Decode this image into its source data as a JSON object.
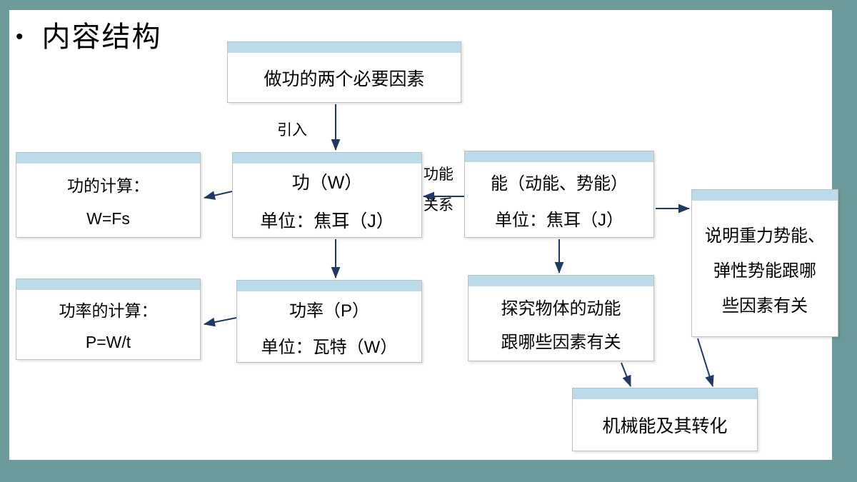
{
  "slide": {
    "title": "内容结构",
    "bullet_glyph": "•",
    "frame_color": "#6d9b9b",
    "node_header_color": "#b9dbea",
    "arrow_color": "#1f3864",
    "node_border_color": "#bfbfbf"
  },
  "nodes": {
    "top": {
      "lines": [
        "做功的两个必要因素"
      ]
    },
    "work": {
      "lines": [
        "功（W）",
        "单位：焦耳（J）"
      ]
    },
    "work_calc": {
      "lines": [
        "功的计算：",
        "W=Fs"
      ]
    },
    "energy": {
      "lines": [
        "能（动能、势能）",
        "单位：焦耳（J）"
      ]
    },
    "power": {
      "lines": [
        "功率（P）",
        "单位：瓦特（W）"
      ]
    },
    "power_calc": {
      "lines": [
        "功率的计算：",
        "P=W/t"
      ]
    },
    "explore_ke": {
      "lines": [
        "探究物体的动能",
        "跟哪些因素有关"
      ]
    },
    "potential_energy": {
      "lines": [
        "说明重力势能、",
        "弹性势能跟哪",
        "些因素有关"
      ]
    },
    "mechanical": {
      "lines": [
        "机械能及其转化"
      ]
    }
  },
  "edge_labels": {
    "intro": "引入",
    "relation_line1": "功能",
    "relation_line2": "关系"
  }
}
